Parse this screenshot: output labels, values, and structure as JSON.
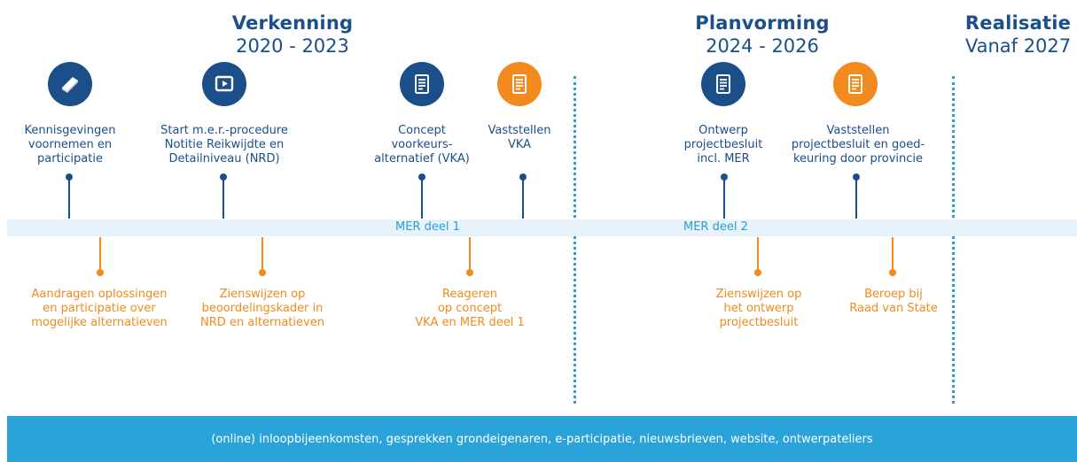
{
  "phases": [
    {
      "title": "Verkenning",
      "period": "2020 - 2023"
    },
    {
      "title": "Planvorming",
      "period": "2024 - 2026"
    },
    {
      "title": "Realisatie",
      "period": "Vanaf 2027"
    }
  ],
  "milestones": [
    {
      "label": "Kennisgevingen\nvoornemen en\nparticipatie",
      "icon": "book-icon",
      "color": "#1a4f8a"
    },
    {
      "label": "Start m.e.r.-procedure\nNotitie Reikwijdte en\nDetailniveau (NRD)",
      "icon": "video-play-icon",
      "color": "#1a4f8a"
    },
    {
      "label": "Concept\nvoorkeurs-\nalternatief (VKA)",
      "icon": "document-icon",
      "color": "#1a4f8a"
    },
    {
      "label": "Vaststellen\nVKA",
      "icon": "document-icon",
      "color": "#f28a1d"
    },
    {
      "label": "Ontwerp\nprojectbesluit\nincl. MER",
      "icon": "document-icon",
      "color": "#1a4f8a"
    },
    {
      "label": "Vaststellen\nprojectbesluit en goed-\nkeuring door provincie",
      "icon": "document-icon",
      "color": "#f28a1d"
    }
  ],
  "participation": [
    {
      "label": "Aandragen oplossingen\nen participatie over\nmogelijke alternatieven"
    },
    {
      "label": "Zienswijzen op\nbeoordelingskader in\nNRD en alternatieven"
    },
    {
      "label": "Reageren\nop concept\nVKA en MER deel 1"
    },
    {
      "label": "Zienswijzen op\nhet ontwerp\nprojectbesluit"
    },
    {
      "label": "Beroep bij\nRaad van State"
    }
  ],
  "band_labels": [
    "MER deel 1",
    "MER deel 2"
  ],
  "footer": "(online) inloopbijeenkomsten, gesprekken grondeigenaren, e-participatie, nieuwsbrieven, website, ontwerpateliers",
  "colors": {
    "dark_blue": "#1a4f8a",
    "orange": "#f28a1d",
    "light_blue": "#2aa3d9",
    "band": "#e7f2fa"
  }
}
